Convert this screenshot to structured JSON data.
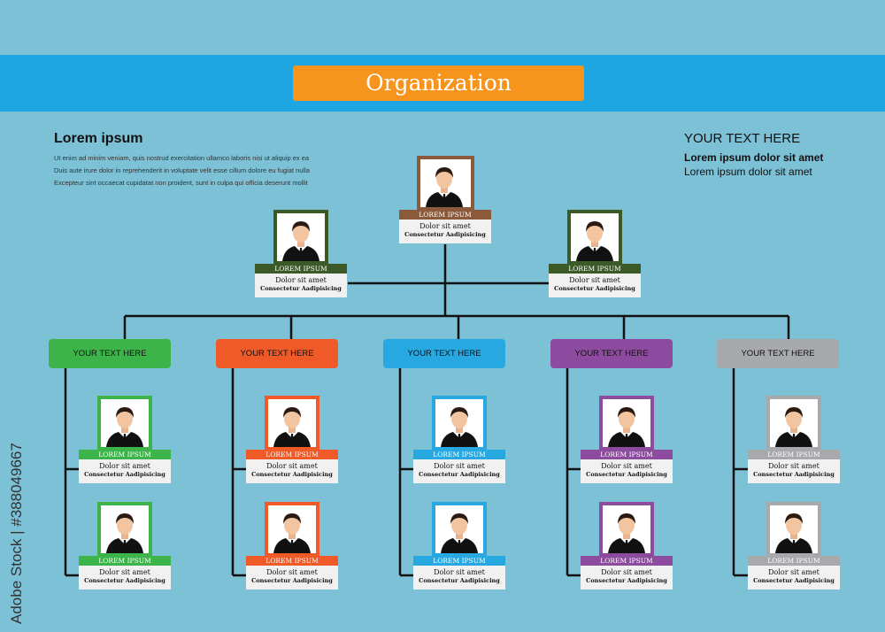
{
  "title": "Organization",
  "intro": {
    "heading": "Lorem ipsum",
    "lines": [
      "Ut enim ad minim veniam, quis nostrud exercitation ullamco laboris nisi ut aliquip ex ea",
      "Duis aute irure dolor in reprehenderit in voluptate velit esse cillum dolore eu fugiat nulla",
      "Excepteur sint occaecat cupidatat non proident, sunt in culpa qui officia deserunt mollit"
    ]
  },
  "right_text": {
    "heading": "YOUR TEXT HERE",
    "line1": "Lorem ipsum dolor sit amet",
    "line2": "Lorem ipsum dolor sit amet"
  },
  "watermark": "Adobe Stock | #388049667",
  "colors": {
    "top": "#8b5a3a",
    "dark_green": "#3b5a28",
    "green": "#3cb44a",
    "orange": "#f05a28",
    "blue": "#27a8e0",
    "purple": "#8d4b9f",
    "gray": "#a7a9ac"
  },
  "top_card": {
    "label": "LOREM IPSUM",
    "line1": "Dolor sit amet",
    "line2": "Consectetur Aadipisicing"
  },
  "left_card": {
    "label": "LOREM IPSUM",
    "line1": "Dolor sit amet",
    "line2": "Consectetur Aadipisicing"
  },
  "right_card": {
    "label": "LOREM IPSUM",
    "line1": "Dolor sit amet",
    "line2": "Consectetur Aadipisicing"
  },
  "departments": [
    {
      "header": "YOUR TEXT HERE",
      "color": "#3cb44a",
      "members": [
        {
          "label": "LOREM IPSUM",
          "line1": "Dolor sit amet",
          "line2": "Consectetur Aadipisicing"
        },
        {
          "label": "LOREM IPSUM",
          "line1": "Dolor sit amet",
          "line2": "Consectetur Aadipisicing"
        }
      ]
    },
    {
      "header": "YOUR TEXT HERE",
      "color": "#f05a28",
      "members": [
        {
          "label": "LOREM IPSUM",
          "line1": "Dolor sit amet",
          "line2": "Consectetur Aadipisicing"
        },
        {
          "label": "LOREM IPSUM",
          "line1": "Dolor sit amet",
          "line2": "Consectetur Aadipisicing"
        }
      ]
    },
    {
      "header": "YOUR TEXT HERE",
      "color": "#27a8e0",
      "members": [
        {
          "label": "LOREM IPSUM",
          "line1": "Dolor sit amet",
          "line2": "Consectetur Aadipisicing"
        },
        {
          "label": "LOREM IPSUM",
          "line1": "Dolor sit amet",
          "line2": "Consectetur Aadipisicing"
        }
      ]
    },
    {
      "header": "YOUR TEXT HERE",
      "color": "#8d4b9f",
      "members": [
        {
          "label": "LOREM IPSUM",
          "line1": "Dolor sit amet",
          "line2": "Consectetur Aadipisicing"
        },
        {
          "label": "LOREM IPSUM",
          "line1": "Dolor sit amet",
          "line2": "Consectetur Aadipisicing"
        }
      ]
    },
    {
      "header": "YOUR TEXT HERE",
      "color": "#a7a9ac",
      "members": [
        {
          "label": "LOREM IPSUM",
          "line1": "Dolor sit amet",
          "line2": "Consectetur Aadipisicing"
        },
        {
          "label": "LOREM IPSUM",
          "line1": "Dolor sit amet",
          "line2": "Consectetur Aadipisicing"
        }
      ]
    }
  ]
}
